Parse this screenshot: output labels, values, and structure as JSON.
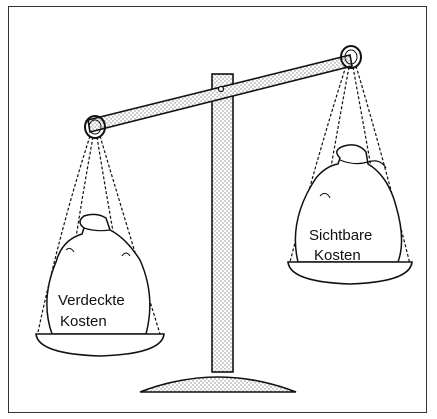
{
  "labels": {
    "hidden_costs_line1": "Verdeckte",
    "hidden_costs_line2": "Kosten",
    "visible_costs_line1": "Sichtbare",
    "visible_costs_line2": "Kosten"
  },
  "balance_state": "tilted-left-heavy",
  "colors": {
    "line": "#111111",
    "stipple": "#bbbbbb",
    "background": "#ffffff"
  },
  "icons": [
    "balance-scale-icon",
    "money-bag-icon"
  ]
}
